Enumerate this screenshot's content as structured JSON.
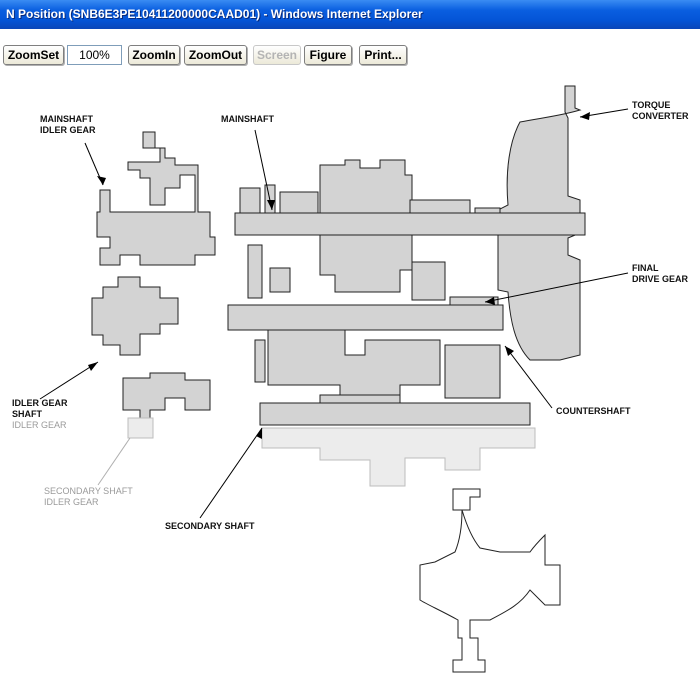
{
  "window": {
    "title": "N Position (SNB6E3PE10411200000CAAD01) - Windows Internet Explorer"
  },
  "toolbar": {
    "zoomset_label": "ZoomSet",
    "zoom_value": "100%",
    "zoomin_label": "ZoomIn",
    "zoomout_label": "ZoomOut",
    "screen_label": "Screen",
    "figure_label": "Figure",
    "print_label": "Print..."
  },
  "diagram": {
    "labels": {
      "mainshaft_idler_gear": "MAINSHAFT\nIDLER GEAR",
      "mainshaft": "MAINSHAFT",
      "torque_converter": "TORQUE\nCONVERTER",
      "final_drive_gear": "FINAL\nDRIVE GEAR",
      "countershaft": "COUNTERSHAFT",
      "idler_gear_shaft": "IDLER GEAR\nSHAFT",
      "idler_gear": "IDLER GEAR",
      "secondary_shaft_idler_gear": "SECONDARY SHAFT\nIDLER GEAR",
      "secondary_shaft": "SECONDARY SHAFT"
    }
  },
  "colors": {
    "part_fill": "#d3d3d3",
    "outline": "#222222",
    "faded_fill": "#ebebeb"
  }
}
